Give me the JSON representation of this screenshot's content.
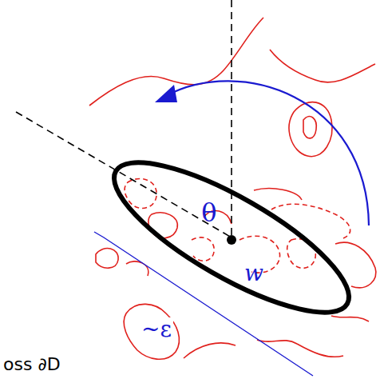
{
  "diagram": {
    "labels": [
      "θ",
      "w",
      "~ε",
      "oss ∂D"
    ]
  }
}
